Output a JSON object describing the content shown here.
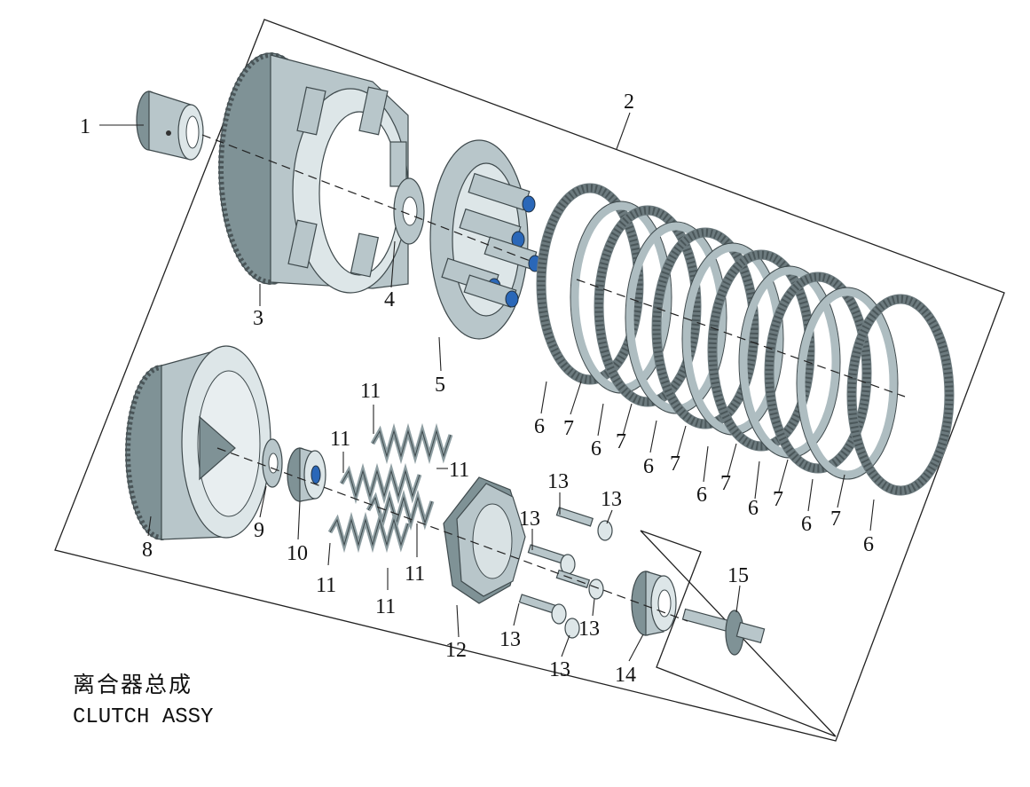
{
  "title": {
    "zh": "离合器总成",
    "en": "CLUTCH ASSY"
  },
  "callouts": [
    "1",
    "2",
    "3",
    "4",
    "5",
    "6",
    "7",
    "6",
    "7",
    "6",
    "7",
    "6",
    "7",
    "6",
    "7",
    "6",
    "7",
    "6",
    "8",
    "9",
    "10",
    "11",
    "11",
    "11",
    "11",
    "11",
    "11",
    "12",
    "13",
    "13",
    "13",
    "13",
    "13",
    "13",
    "14",
    "15"
  ],
  "colors": {
    "metal": "#b8c6ca",
    "metal_shadow": "#7f9296",
    "accent_blue": "#2a67b8",
    "line": "#222222"
  }
}
